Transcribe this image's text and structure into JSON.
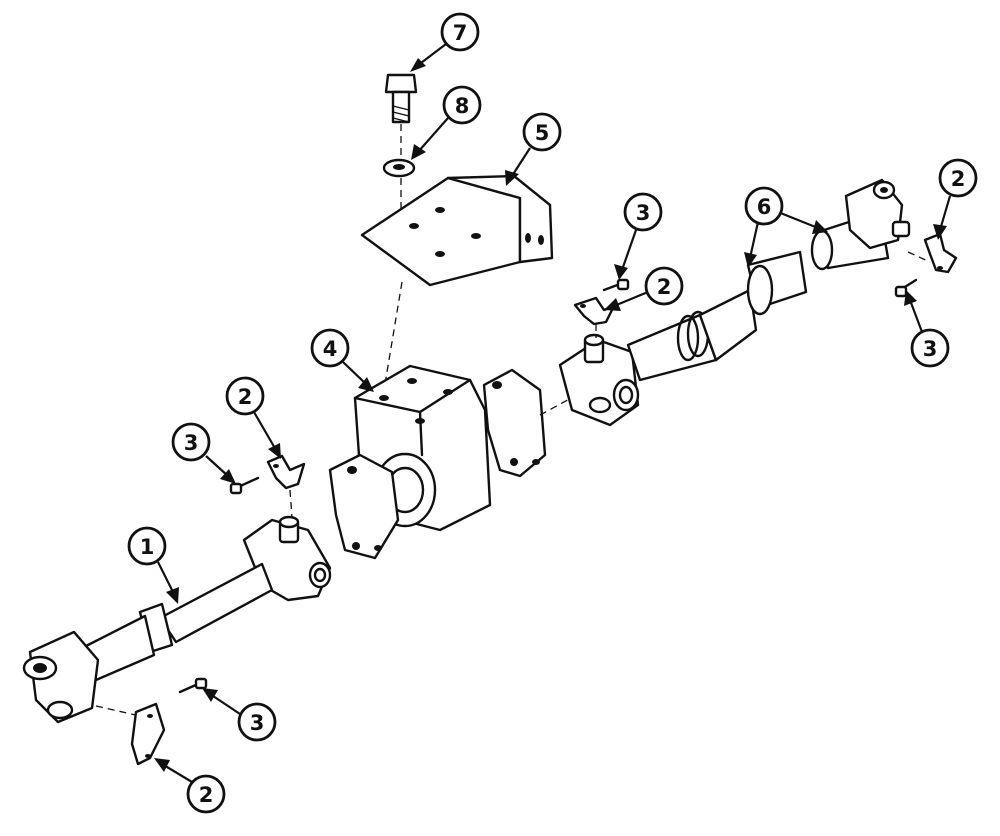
{
  "callouts": [
    {
      "id": "c7",
      "label": "7"
    },
    {
      "id": "c8",
      "label": "8"
    },
    {
      "id": "c5",
      "label": "5"
    },
    {
      "id": "c3a",
      "label": "3"
    },
    {
      "id": "c6",
      "label": "6"
    },
    {
      "id": "c2a",
      "label": "2"
    },
    {
      "id": "c2b",
      "label": "2"
    },
    {
      "id": "c3b",
      "label": "3"
    },
    {
      "id": "c4",
      "label": "4"
    },
    {
      "id": "c2c",
      "label": "2"
    },
    {
      "id": "c3c",
      "label": "3"
    },
    {
      "id": "c1",
      "label": "1"
    },
    {
      "id": "c3d",
      "label": "3"
    },
    {
      "id": "c2d",
      "label": "2"
    }
  ]
}
